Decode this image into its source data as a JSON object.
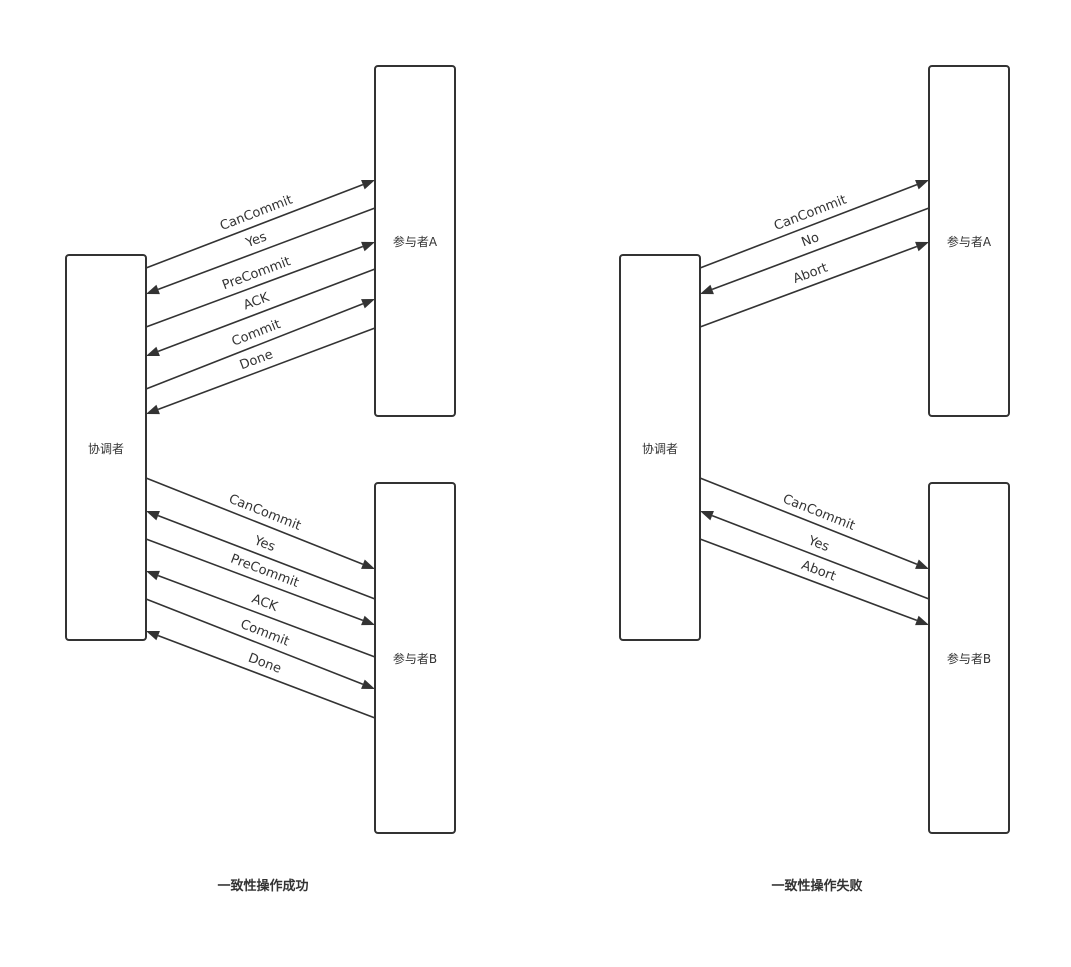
{
  "diagrams": [
    {
      "caption": "一致性操作成功",
      "nodes": {
        "coordinator": "协调者",
        "participant_a": "参与者A",
        "participant_b": "参与者B"
      },
      "messages_a": [
        {
          "label": "CanCommit",
          "direction": "to-participant"
        },
        {
          "label": "Yes",
          "direction": "to-coordinator"
        },
        {
          "label": "PreCommit",
          "direction": "to-participant"
        },
        {
          "label": "ACK",
          "direction": "to-coordinator"
        },
        {
          "label": "Commit",
          "direction": "to-participant"
        },
        {
          "label": "Done",
          "direction": "to-coordinator"
        }
      ],
      "messages_b": [
        {
          "label": "CanCommit",
          "direction": "to-participant"
        },
        {
          "label": "Yes",
          "direction": "to-coordinator"
        },
        {
          "label": "PreCommit",
          "direction": "to-participant"
        },
        {
          "label": "ACK",
          "direction": "to-coordinator"
        },
        {
          "label": "Commit",
          "direction": "to-participant"
        },
        {
          "label": "Done",
          "direction": "to-coordinator"
        }
      ]
    },
    {
      "caption": "一致性操作失败",
      "nodes": {
        "coordinator": "协调者",
        "participant_a": "参与者A",
        "participant_b": "参与者B"
      },
      "messages_a": [
        {
          "label": "CanCommit",
          "direction": "to-participant"
        },
        {
          "label": "No",
          "direction": "to-coordinator"
        },
        {
          "label": "Abort",
          "direction": "to-participant"
        }
      ],
      "messages_b": [
        {
          "label": "CanCommit",
          "direction": "to-participant"
        },
        {
          "label": "Yes",
          "direction": "to-coordinator"
        },
        {
          "label": "Abort",
          "direction": "to-participant"
        }
      ]
    }
  ]
}
